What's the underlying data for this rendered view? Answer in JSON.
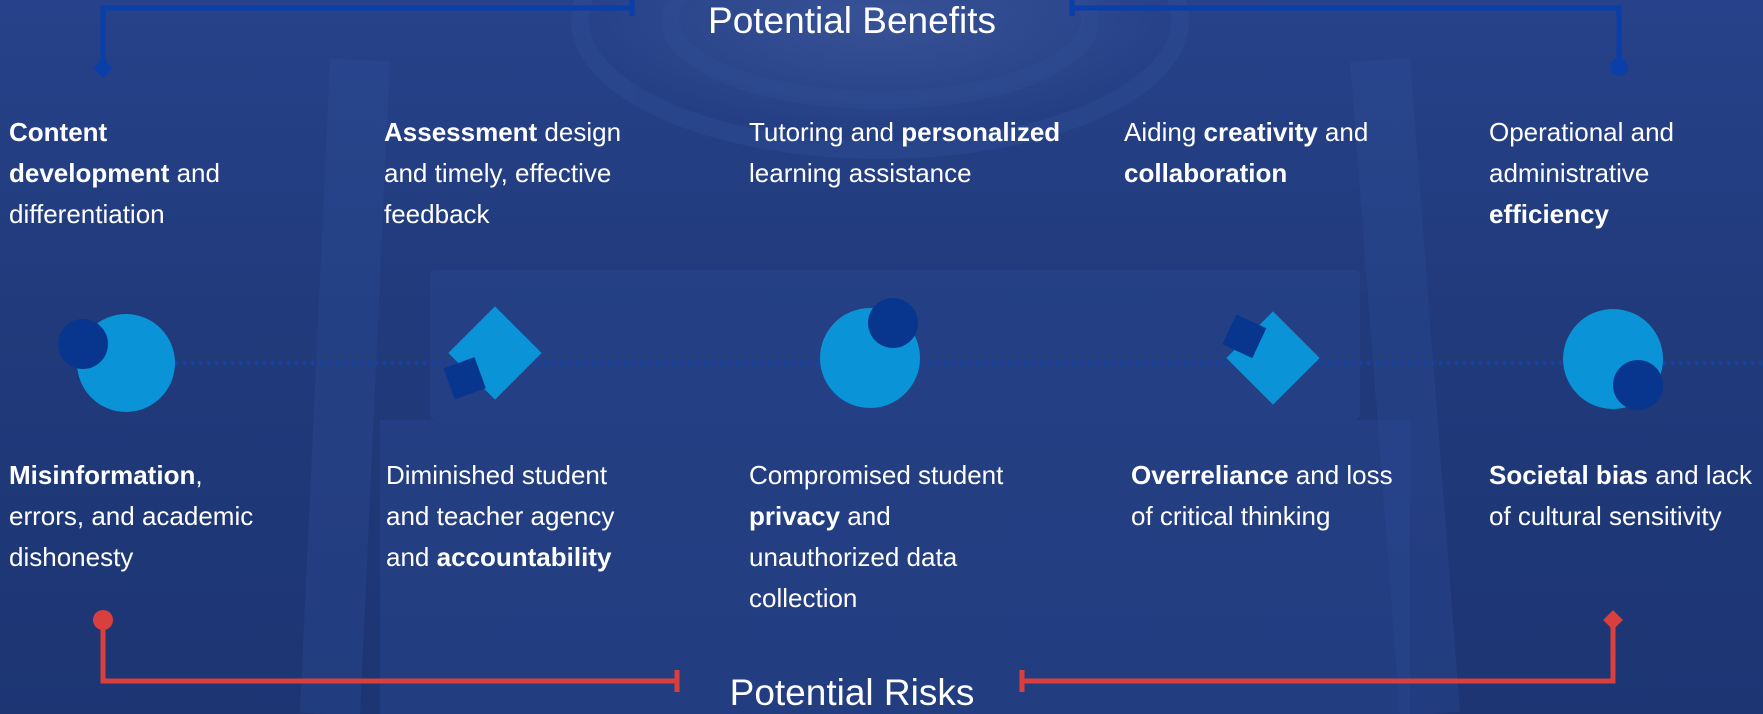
{
  "headings": {
    "benefits": "Potential Benefits",
    "risks": "Potential Risks"
  },
  "benefits": [
    {
      "lines": [
        [
          {
            "t": "Content",
            "b": true
          }
        ],
        [
          {
            "t": "development",
            "b": true
          },
          {
            "t": " and",
            "b": false
          }
        ],
        [
          {
            "t": "differentiation",
            "b": false
          }
        ]
      ]
    },
    {
      "lines": [
        [
          {
            "t": "Assessment",
            "b": true
          },
          {
            "t": " design",
            "b": false
          }
        ],
        [
          {
            "t": "and timely, effective",
            "b": false
          }
        ],
        [
          {
            "t": "feedback",
            "b": false
          }
        ]
      ]
    },
    {
      "lines": [
        [
          {
            "t": "Tutoring and ",
            "b": false
          },
          {
            "t": "personalized",
            "b": true
          }
        ],
        [
          {
            "t": "learning assistance",
            "b": false
          }
        ]
      ]
    },
    {
      "lines": [
        [
          {
            "t": "Aiding ",
            "b": false
          },
          {
            "t": "creativity",
            "b": true
          },
          {
            "t": " and",
            "b": false
          }
        ],
        [
          {
            "t": "collaboration",
            "b": true
          }
        ]
      ]
    },
    {
      "lines": [
        [
          {
            "t": "Operational  and",
            "b": false
          }
        ],
        [
          {
            "t": "administrative",
            "b": false
          }
        ],
        [
          {
            "t": "efficiency",
            "b": true
          }
        ]
      ]
    }
  ],
  "risks": [
    {
      "lines": [
        [
          {
            "t": "Misinformation",
            "b": true
          },
          {
            "t": ",",
            "b": false
          }
        ],
        [
          {
            "t": "errors, and academic",
            "b": false
          }
        ],
        [
          {
            "t": "dishonesty",
            "b": false
          }
        ]
      ]
    },
    {
      "lines": [
        [
          {
            "t": "Diminished student",
            "b": false
          }
        ],
        [
          {
            "t": "and teacher agency",
            "b": false
          }
        ],
        [
          {
            "t": "and ",
            "b": false
          },
          {
            "t": "accountability",
            "b": true
          }
        ]
      ]
    },
    {
      "lines": [
        [
          {
            "t": "Compromised student",
            "b": false
          }
        ],
        [
          {
            "t": "privacy",
            "b": true
          },
          {
            "t": " and",
            "b": false
          }
        ],
        [
          {
            "t": "unauthorized data",
            "b": false
          }
        ],
        [
          {
            "t": "collection",
            "b": false
          }
        ]
      ]
    },
    {
      "lines": [
        [
          {
            "t": "Overreliance",
            "b": true
          },
          {
            "t": " and loss",
            "b": false
          }
        ],
        [
          {
            "t": "of critical thinking",
            "b": false
          }
        ]
      ]
    },
    {
      "lines": [
        [
          {
            "t": "Societal bias",
            "b": true
          },
          {
            "t": " and lack",
            "b": false
          }
        ],
        [
          {
            "t": "of cultural sensitivity",
            "b": false
          }
        ]
      ]
    }
  ],
  "colors": {
    "background": "#213a7c",
    "light_blue": "#0a93d6",
    "dark_blue": "#08368e",
    "bracket_blue": "#0a3ea8",
    "bracket_red": "#d9403d",
    "dotted_line": "#0b45b4"
  },
  "icons": [
    "circle-pair-icon",
    "diamond-pair-icon",
    "circle-pair-icon",
    "diamond-pair-icon",
    "circle-pair-icon"
  ]
}
